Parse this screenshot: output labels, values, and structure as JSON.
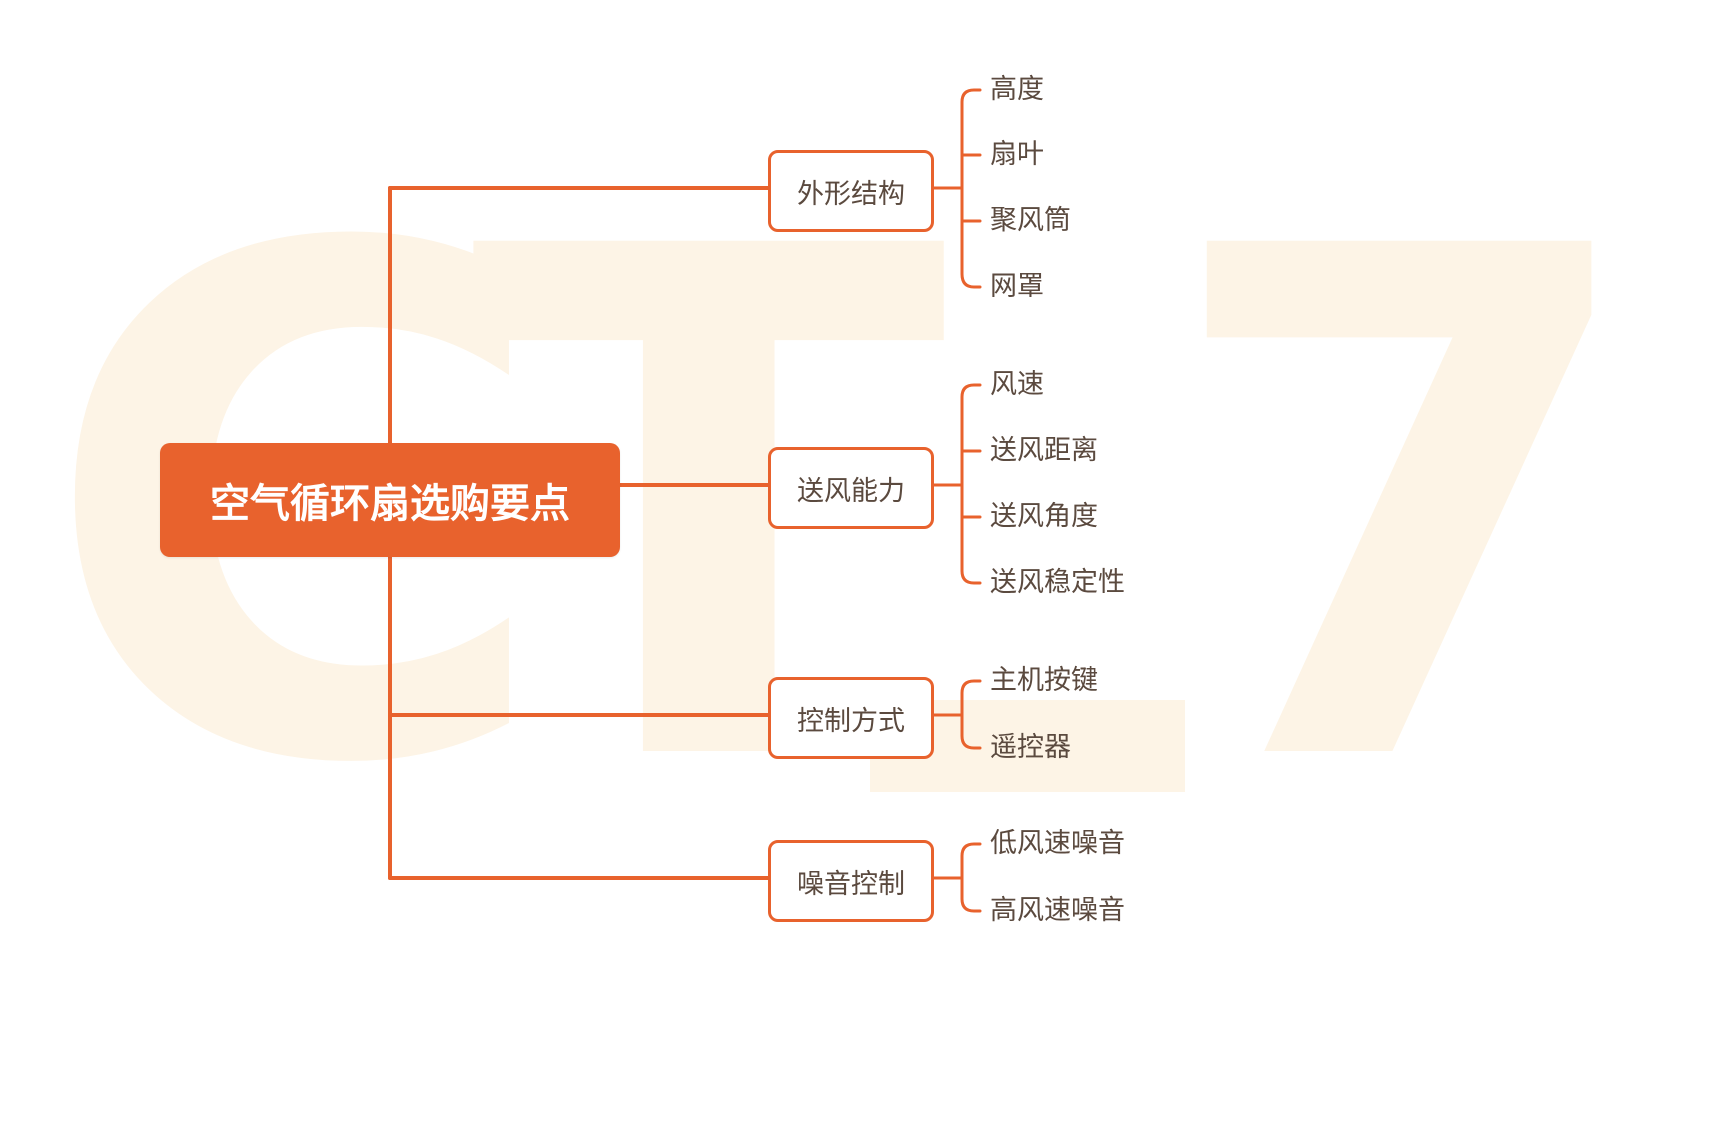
{
  "accent_color": "#E8622D",
  "text_color": "#5B4A3F",
  "watermark": {
    "letters": [
      "C",
      "T",
      "7"
    ]
  },
  "root": {
    "label": "空气循环扇选购要点"
  },
  "branches": [
    {
      "label": "外形结构",
      "children": [
        "高度",
        "扇叶",
        "聚风筒",
        "网罩"
      ]
    },
    {
      "label": "送风能力",
      "children": [
        "风速",
        "送风距离",
        "送风角度",
        "送风稳定性"
      ]
    },
    {
      "label": "控制方式",
      "children": [
        "主机按键",
        "遥控器"
      ]
    },
    {
      "label": "噪音控制",
      "children": [
        "低风速噪音",
        "高风速噪音"
      ]
    }
  ]
}
